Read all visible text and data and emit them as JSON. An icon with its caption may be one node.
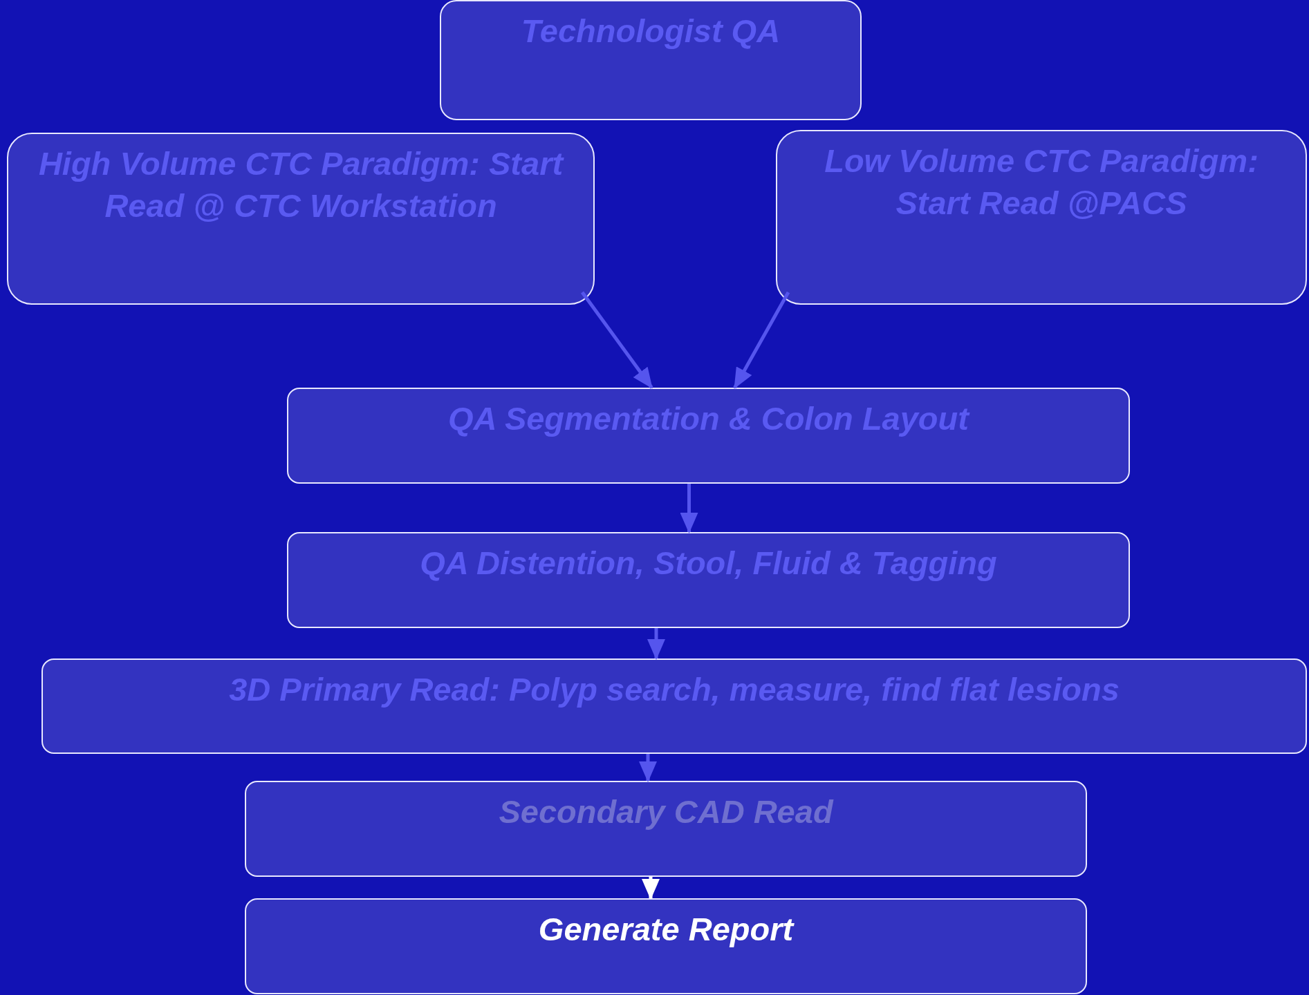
{
  "diagram": {
    "nodes": [
      {
        "text": [
          "Technologist QA"
        ]
      },
      {
        "text": [
          "High Volume CTC Paradigm: Start Read @ CTC Workstation"
        ]
      },
      {
        "text": [
          "Low Volume CTC Paradigm: Start Read @PACS"
        ]
      },
      {
        "text": [
          "QA Segmentation &  Colon Layout"
        ]
      },
      {
        "text": [
          "QA Distention, Stool, Fluid & Tagging"
        ]
      },
      {
        "text": [
          "3D Primary Read: Polyp search, measure, find flat lesions"
        ]
      },
      {
        "text": [
          "Secondary CAD Read"
        ]
      },
      {
        "text": [
          "Generate Report"
        ]
      }
    ],
    "edges": [
      {
        "from": 1,
        "to": 3,
        "arrow": "to"
      },
      {
        "from": 2,
        "to": 3,
        "arrow": "to"
      },
      {
        "from": 3,
        "to": 4,
        "arrow": "to"
      },
      {
        "from": 4,
        "to": 5,
        "arrow": "to"
      },
      {
        "from": 5,
        "to": 6,
        "arrow": "to"
      },
      {
        "from": 6,
        "to": 7,
        "arrow": "to",
        "color": "#ffffff"
      }
    ]
  }
}
